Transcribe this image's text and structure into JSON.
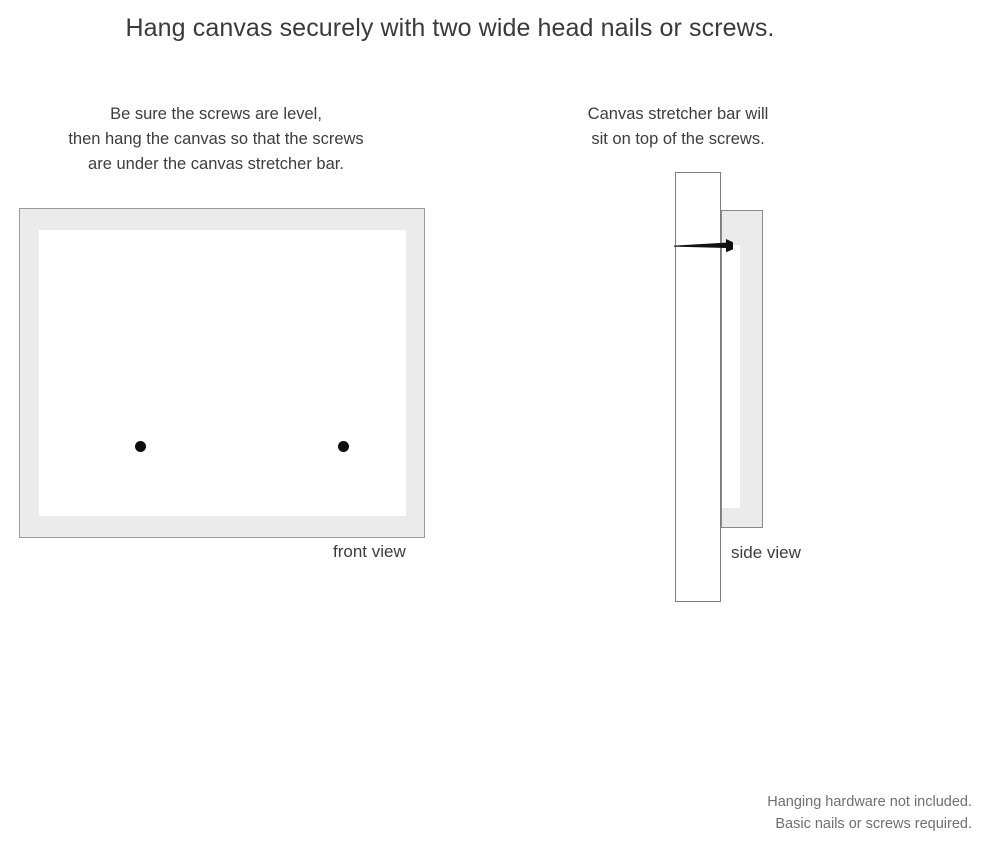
{
  "headline": "Hang canvas securely with two wide head nails or screws.",
  "captions": {
    "left": {
      "line1": "Be sure the screws are level,",
      "line2": "then hang the canvas so that the screws",
      "line3": "are under the canvas stretcher bar."
    },
    "right": {
      "line1": "Canvas stretcher bar will",
      "line2": "sit on top of the screws."
    }
  },
  "diagrams": {
    "front": {
      "label": "front view",
      "frame_color": "#ebebeb",
      "frame_border_color": "#9a9a9a",
      "canvas_color": "#ffffff",
      "screw_color": "#0d0d0d",
      "screw_count": 2
    },
    "side": {
      "label": "side view",
      "wall_color": "#ffffff",
      "wall_border_color": "#7d7d7d",
      "stretcher_color": "#ebebeb",
      "stretcher_border_color": "#8a8a8a",
      "nail_color": "#111111"
    }
  },
  "footer": {
    "line1": "Hanging hardware not included.",
    "line2": "Basic nails or screws required."
  }
}
